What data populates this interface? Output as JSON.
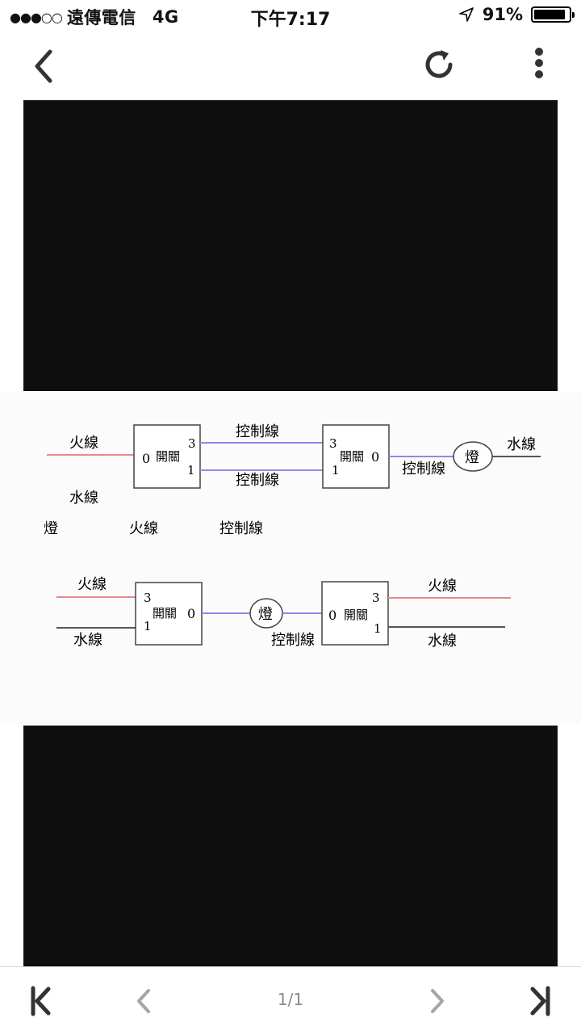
{
  "status_bar": {
    "signal_dots": "●●●○○",
    "carrier": "遠傳電信",
    "network": "4G",
    "time": "下午7:17",
    "battery": "91%",
    "battery_level": 0.91
  },
  "navbar": {
    "back_icon": "chevron-left-icon",
    "reload_icon": "reload-icon",
    "menu_icon": "more-vertical-icon"
  },
  "diagram1": {
    "live_wire": "火線",
    "switch1_label": "開關",
    "switch1_terminal_0": "0",
    "switch1_terminal_3": "3",
    "switch1_terminal_1": "1",
    "control_wire_top": "控制線",
    "control_wire_bottom": "控制線",
    "switch2_label": "開關",
    "switch2_terminal_0": "0",
    "switch2_terminal_3": "3",
    "switch2_terminal_1": "1",
    "lamp_control_wire": "控制線",
    "lamp": "燈",
    "neutral_wire": "水線"
  },
  "legend": {
    "neutral": "水線",
    "lamp": "燈",
    "live": "火線",
    "control": "控制線"
  },
  "diagram2": {
    "live_left": "火線",
    "neutral_left": "水線",
    "switch1_label": "開關",
    "switch1_terminal_3": "3",
    "switch1_terminal_1": "1",
    "switch1_terminal_0": "0",
    "lamp": "燈",
    "control_wire": "控制線",
    "switch2_label": "開關",
    "switch2_terminal_0": "0",
    "switch2_terminal_3": "3",
    "switch2_terminal_1": "1",
    "live_right": "火線",
    "neutral_right": "水線"
  },
  "colors": {
    "live": "#e88a8a",
    "control": "#8a8ae8",
    "neutral": "#555555"
  },
  "toolbar": {
    "first_icon": "first-page-icon",
    "prev_icon": "chevron-left-icon",
    "page_indicator": "1/1",
    "next_icon": "chevron-right-icon",
    "last_icon": "last-page-icon"
  }
}
